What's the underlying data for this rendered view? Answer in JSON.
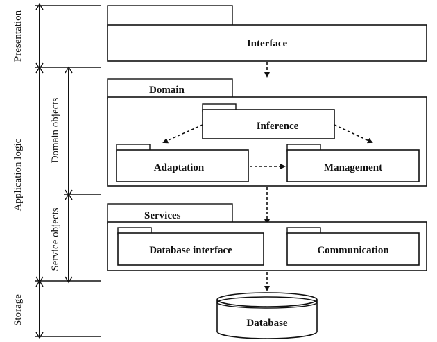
{
  "layers": {
    "presentation": "Presentation",
    "application_logic": "Application logic",
    "storage": "Storage",
    "domain_objects": "Domain objects",
    "service_objects": "Service objects"
  },
  "packages": {
    "interface": "Interface",
    "domain": "Domain",
    "inference": "Inference",
    "adaptation": "Adaptation",
    "management": "Management",
    "services": "Services",
    "database_interface": "Database interface",
    "communication": "Communication",
    "database": "Database"
  }
}
